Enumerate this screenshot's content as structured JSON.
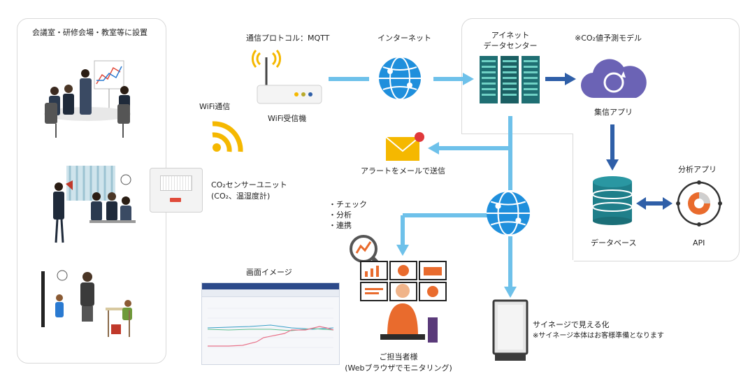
{
  "left_panel": {
    "title": "会議室・研修会場・教室等に設置"
  },
  "sensor": {
    "label1": "CO₂センサーユニット",
    "label2": "(CO₂、温湿度計)"
  },
  "wifi": {
    "label": "WiFi通信"
  },
  "receiver": {
    "protocol": "通信プロトコル：MQTT",
    "label": "WiFi受信機"
  },
  "internet_top": {
    "label": "インターネット"
  },
  "datacenter": {
    "line1": "アイネット",
    "line2": "データセンター"
  },
  "prediction": {
    "label": "※CO₂値予測モデル"
  },
  "collect_app": {
    "label": "集信アプリ"
  },
  "database": {
    "label": "データベース"
  },
  "analysis_app": {
    "title": "分析アプリ",
    "sub": "API"
  },
  "alert": {
    "label": "アラートをメールで送信"
  },
  "checks": {
    "items": [
      "・チェック",
      "・分析",
      "・連携"
    ]
  },
  "screen_image": {
    "label": "画面イメージ"
  },
  "operator": {
    "line1": "ご担当者様",
    "line2": "(Webブラウザでモニタリング)"
  },
  "signage": {
    "line1": "サイネージで見える化",
    "line2": "※サイネージ本体はお客様準備となります"
  },
  "colors": {
    "arrow_light": "#6ec1ea",
    "arrow_dark": "#2f5fa8",
    "globe": "#1f8fdc",
    "server": "#1f6f73",
    "cloud": "#6b63b5",
    "db": "#1f7f8a",
    "wifi": "#f5b800"
  }
}
